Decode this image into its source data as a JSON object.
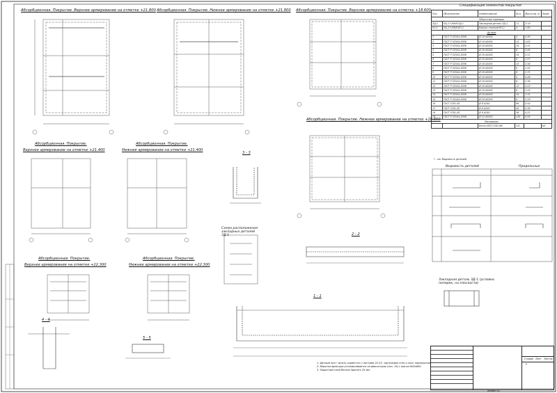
{
  "titles": {
    "plan1": "Абсорбционная. Покрытие. Верхнее армирование на отметке +21.800",
    "plan2": "Абсорбционная. Покрытие. Нижнее армирование на отметке +21.800",
    "plan3": "Абсорбционная. Покрытие. Верхнее армирование на отметке +18.600",
    "plan4": "Абсорбционная. Покрытие. Нижнее армирование на отметке +18.600",
    "plan5a": "Абсорбционная. Покрытие.",
    "plan5b": "Верхнее армирование на отметке +21.400",
    "plan6a": "Абсорбционная. Покрытие.",
    "plan6b": "Нижнее армирование на отметке +21.400",
    "plan7a": "Абсорбционная. Покрытие.",
    "plan7b": "Верхнее армирование на отметке +22.300",
    "plan8a": "Абсорбционная. Покрытие.",
    "plan8b": "Нижнее армирование на отметке +22.300",
    "sec33": "3 - 3",
    "sec22": "2 - 2",
    "sec11": "1 - 1",
    "sec44": "4 - 4",
    "sec55": "5 - 5",
    "scheme": "Схема расположения закладных деталей ЗД-1",
    "detail": "Закладная деталь ЗД-1 (условно поперек, на плоскости)",
    "spec_title": "Спецификация элементов покрытия",
    "bending_title": "Ведомость деталей",
    "bending_right": "Продольные"
  },
  "spec": {
    "head": [
      "Поз.",
      "Обозначение",
      "Наименование",
      "Кол.",
      "Масса ед. кг",
      "Прим."
    ],
    "section1": "Сборочные единицы",
    "section2": "Детали",
    "section3": "Материалы",
    "rows": [
      [
        "ЗД-1",
        "ПЦ-17-КЖИ.ЗД-1",
        "Закладная деталь ЗД-1",
        "11",
        "2.18",
        ""
      ],
      [
        "Кл-1",
        "ПЦ-17-КЖИ.КП-1",
        "Каркас плоский КП-1",
        "4",
        "1.84",
        ""
      ],
      [
        "1",
        "ГОСТ Р 52544-2006",
        "Ø 16 A500С",
        "4",
        "4.49",
        ""
      ],
      [
        "2",
        "ГОСТ Р 52544-2006",
        "Ø 16 A500С",
        "12",
        "3.63",
        ""
      ],
      [
        "3",
        "ГОСТ Р 52544-2006",
        "Ø 16 A500С",
        "18",
        "4.41",
        ""
      ],
      [
        "4",
        "ГОСТ Р 52544-2006",
        "Ø 16 A500С",
        "6",
        "2.84",
        ""
      ],
      [
        "5",
        "ГОСТ Р 52544-2006",
        "Ø 16 A500С",
        "14",
        "3.11",
        ""
      ],
      [
        "6",
        "ГОСТ Р 52544-2006",
        "Ø 16 A500С",
        "8",
        "1.97",
        ""
      ],
      [
        "7",
        "ГОСТ Р 52544-2006",
        "Ø 16 A500С",
        "10",
        "2.46",
        ""
      ],
      [
        "8",
        "ГОСТ Р 52544-2006",
        "Ø 16 A500С",
        "6",
        "1.55",
        ""
      ],
      [
        "9",
        "ГОСТ Р 52544-2006",
        "Ø 16 A500С",
        "6",
        "1.71",
        ""
      ],
      [
        "10",
        "ГОСТ Р 52544-2006",
        "Ø 16 A500С",
        "4",
        "0.88",
        ""
      ],
      [
        "11",
        "ГОСТ Р 52544-2006",
        "Ø 16 A500С",
        "6",
        "3.36",
        ""
      ],
      [
        "12",
        "ГОСТ Р 52544-2006",
        "Ø 16 A500С",
        "12",
        "2.03",
        ""
      ],
      [
        "13",
        "ГОСТ Р 52544-2006",
        "Ø 16 A500С",
        "8",
        "1.42",
        ""
      ],
      [
        "14",
        "ГОСТ Р 52544-2006",
        "Ø 16 A500С",
        "10",
        "1.31",
        ""
      ],
      [
        "15",
        "ГОСТ Р 52544-2006",
        "Ø 16 A500С",
        "6",
        "1.19",
        ""
      ],
      [
        "16",
        "ГОСТ 5781-82",
        "Ø 8 A240",
        "96",
        "0.44",
        ""
      ],
      [
        "17",
        "ГОСТ 5781-82",
        "Ø 8 A240",
        "40",
        "0.36",
        ""
      ],
      [
        "18",
        "ГОСТ 5781-82",
        "Ø 8 A240",
        "36",
        "0.21",
        ""
      ],
      [
        "19",
        "ГОСТ Р 52544-2006",
        "Ø 12 A500С",
        "120",
        "0.82",
        ""
      ]
    ],
    "material": [
      "",
      "",
      "Бетон В25 F150 W6",
      "3.6",
      "",
      "м3"
    ],
    "footnote": "* - см. Ведомость деталей"
  },
  "notes": [
    "1. Данный лист читать совместно с листами 22-25, чертежами стен и плит перекрытия.",
    "2. Верхняя арматура устанавливается на фиксаторах (поз. 19) с шагом 600х600.",
    "3. Защитный слой бетона принять 25 мм."
  ],
  "stamp": {
    "sheet": "Лист",
    "stage": "Стадия",
    "sheets": "Листов",
    "r": "Р",
    "format": "Формат А3"
  }
}
